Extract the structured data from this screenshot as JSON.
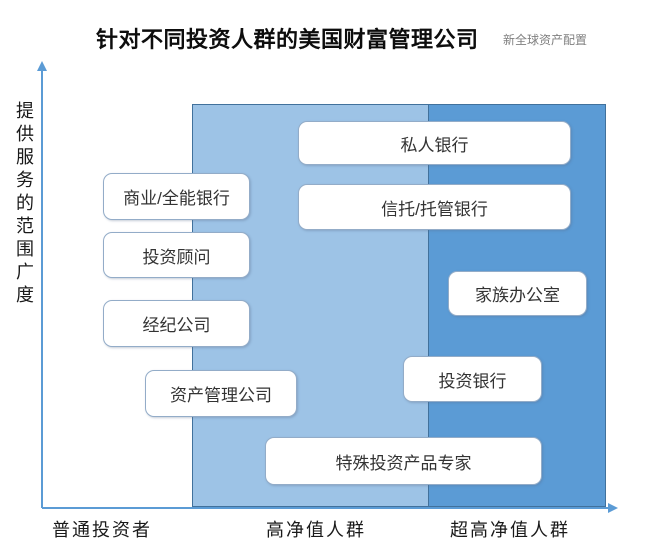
{
  "title": "针对不同投资人群的美国财富管理公司",
  "watermark": "新全球资产配置",
  "diagram": {
    "type": "positioning-diagram",
    "y_axis_label": "提供服务的范围广度",
    "x_categories": [
      {
        "label": "普通投资者",
        "band_color": "none"
      },
      {
        "label": "高净值人群",
        "band_color": "#9DC3E6"
      },
      {
        "label": "超高净值人群",
        "band_color": "#5B9BD5"
      }
    ],
    "boxes": [
      {
        "id": "private-bank",
        "label": "私人银行",
        "covers": [
          "高净值人群",
          "超高净值人群"
        ]
      },
      {
        "id": "commercial-universal-bank",
        "label": "商业/全能银行",
        "covers": [
          "普通投资者",
          "高净值人群"
        ]
      },
      {
        "id": "trust-custody-bank",
        "label": "信托/托管银行",
        "covers": [
          "高净值人群",
          "超高净值人群"
        ]
      },
      {
        "id": "investment-advisor",
        "label": "投资顾问",
        "covers": [
          "普通投资者",
          "高净值人群"
        ]
      },
      {
        "id": "family-office",
        "label": "家族办公室",
        "covers": [
          "超高净值人群"
        ]
      },
      {
        "id": "brokerage-firm",
        "label": "经纪公司",
        "covers": [
          "普通投资者",
          "高净值人群"
        ]
      },
      {
        "id": "asset-management-company",
        "label": "资产管理公司",
        "covers": [
          "普通投资者",
          "高净值人群"
        ]
      },
      {
        "id": "investment-bank",
        "label": "投资银行",
        "covers": [
          "高净值人群",
          "超高净值人群"
        ]
      },
      {
        "id": "special-investment-product-expert",
        "label": "特殊投资产品专家",
        "covers": [
          "高净值人群",
          "超高净值人群"
        ]
      }
    ],
    "colors": {
      "band_light": "#9DC3E6",
      "band_dark": "#5B9BD5",
      "band_border": "#41719C",
      "axis": "#5B9BD5",
      "box_border": "#93ACC8",
      "title_text": "#0d0d0d",
      "watermark_text": "#7f7f7f"
    }
  }
}
